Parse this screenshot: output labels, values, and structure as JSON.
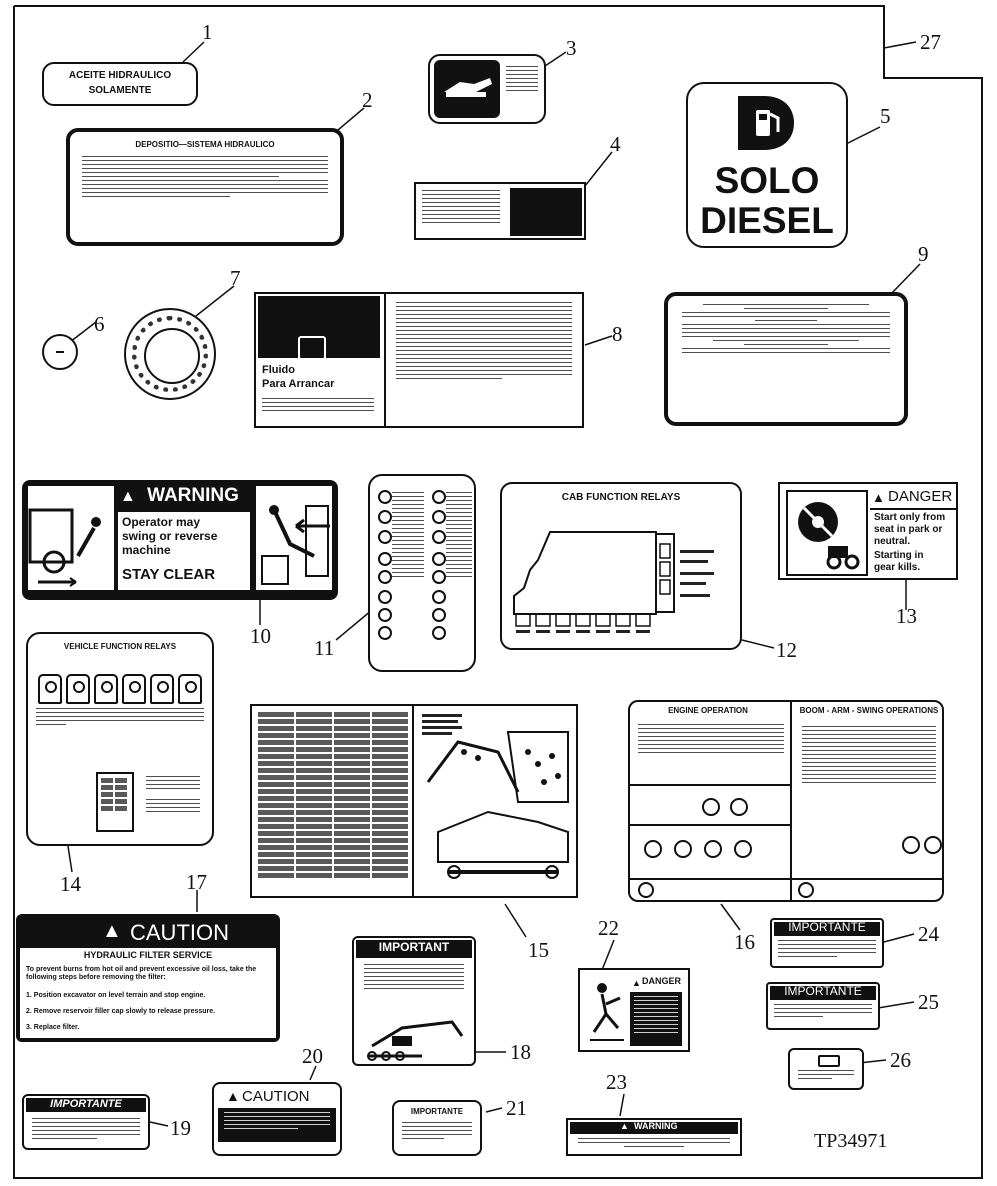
{
  "figure_id": "TP34971",
  "callouts": [
    "1",
    "2",
    "3",
    "4",
    "5",
    "6",
    "7",
    "8",
    "9",
    "10",
    "11",
    "12",
    "13",
    "14",
    "15",
    "16",
    "17",
    "18",
    "19",
    "20",
    "21",
    "22",
    "23",
    "24",
    "25",
    "26",
    "27"
  ],
  "decals": {
    "d1": {
      "line1": "ACEITE HIDRAULICO",
      "line2": "SOLAMENTE"
    },
    "d2": {
      "title": "DEPOSITIO—SISTEMA HIDRAULICO"
    },
    "d5": {
      "line1": "SOLO",
      "line2": "DIESEL"
    },
    "d8": {
      "line1": "Fluido",
      "line2": "Para Arrancar"
    },
    "d10": {
      "banner": "WARNING",
      "line1": "Operator may",
      "line2": "swing or reverse",
      "line3": "machine",
      "line4": "STAY CLEAR"
    },
    "d12": {
      "title": "CAB FUNCTION RELAYS"
    },
    "d13": {
      "banner": "DANGER",
      "line1": "Start only from",
      "line2": "seat in park or",
      "line3": "neutral.",
      "line4": "Starting in",
      "line5": "gear kills."
    },
    "d14": {
      "title": "VEHICLE FUNCTION RELAYS"
    },
    "d16": {
      "left_title": "ENGINE OPERATION",
      "right_title": "BOOM - ARM - SWING OPERATIONS"
    },
    "d17": {
      "banner": "CAUTION",
      "subtitle": "HYDRAULIC FILTER SERVICE",
      "intro": "To prevent burns from hot oil and prevent excessive oil loss, take the following steps before removing the filter:",
      "step1": "1. Position excavator on level terrain and stop engine.",
      "step2": "2. Remove reservoir filler cap slowly to release pressure.",
      "step3": "3. Replace filter."
    },
    "d18": {
      "banner": "IMPORTANT"
    },
    "d19": {
      "banner": "IMPORTANTE"
    },
    "d20": {
      "banner": "CAUTION"
    },
    "d21": {
      "banner": "IMPORTANTE"
    },
    "d22": {
      "banner": "DANGER"
    },
    "d23": {
      "banner": "WARNING"
    },
    "d24": {
      "banner": "IMPORTANTE"
    },
    "d25": {
      "banner": "IMPORTANTE"
    }
  }
}
